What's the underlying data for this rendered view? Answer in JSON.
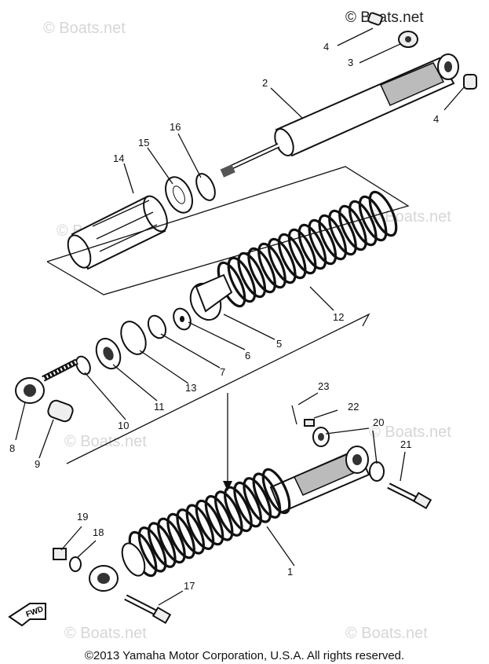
{
  "watermarks": [
    "© Boats.net",
    "© Boats.net",
    "© Boats.net",
    "© Boats.net",
    "© Boats.net",
    "© Boats.net",
    "© Boats.net",
    "© Boats.net"
  ],
  "watermark_top": "© Boats.net",
  "callouts": {
    "n1": "1",
    "n2": "2",
    "n3": "3",
    "n4a": "4",
    "n4b": "4",
    "n5": "5",
    "n6": "6",
    "n7": "7",
    "n8": "8",
    "n9": "9",
    "n10": "10",
    "n11": "11",
    "n12": "12",
    "n13": "13",
    "n14": "14",
    "n15": "15",
    "n16": "16",
    "n17": "17",
    "n18": "18",
    "n19": "19",
    "n20": "20",
    "n21": "21",
    "n22": "22",
    "n23": "23"
  },
  "fwd_label": "FWD",
  "copyright": "©2013 Yamaha Motor Corporation, U.S.A. All rights reserved."
}
